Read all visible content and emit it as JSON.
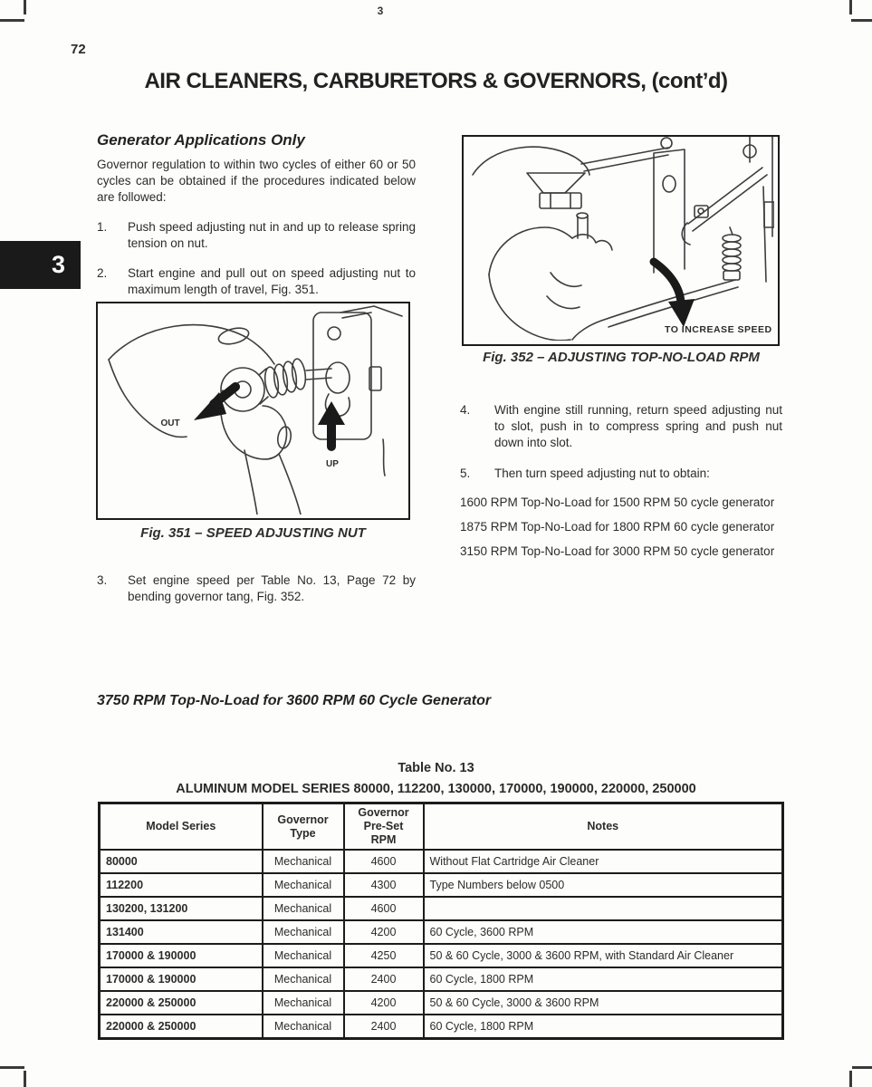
{
  "page": {
    "top_ref": "3",
    "page_number": "72",
    "title": "AIR CLEANERS, CARBURETORS & GOVERNORS, (cont’d)",
    "side_tab": "3"
  },
  "left_column": {
    "heading": "Generator Applications Only",
    "intro": "Governor regulation to within two cycles of either 60 or 50 cycles can be obtained if the procedures indicated below are followed:",
    "steps": [
      {
        "num": "1.",
        "text": "Push speed adjusting nut in and up to release spring tension on nut."
      },
      {
        "num": "2.",
        "text": "Start engine and pull out on speed adjusting nut to maximum length of travel, Fig. 351."
      },
      {
        "num": "3.",
        "text": "Set engine speed per Table No. 13, Page 72 by bending governor tang, Fig. 352."
      }
    ],
    "fig351": {
      "caption": "Fig. 351 – SPEED ADJUSTING NUT",
      "label_out": "OUT",
      "label_up": "UP"
    }
  },
  "right_column": {
    "fig352": {
      "caption": "Fig. 352 – ADJUSTING TOP-NO-LOAD RPM",
      "label": "TO INCREASE SPEED"
    },
    "steps": [
      {
        "num": "4.",
        "text": "With engine still running, return speed adjusting nut to slot, push in to compress spring and push nut down into slot."
      },
      {
        "num": "5.",
        "text": "Then turn speed adjusting nut to obtain:"
      }
    ],
    "rpm_lines": [
      "1600 RPM Top-No-Load for 1500 RPM 50 cycle generator",
      "1875 RPM Top-No-Load for 1800 RPM 60 cycle generator",
      "3150 RPM Top-No-Load for 3000 RPM 50 cycle generator"
    ]
  },
  "highlight_line": "3750 RPM Top-No-Load for 3600 RPM 60 Cycle Generator",
  "table": {
    "title": "Table No. 13",
    "subtitle": "ALUMINUM MODEL SERIES 80000, 112200, 130000, 170000, 190000, 220000, 250000",
    "headers": [
      "Model Series",
      "Governor Type",
      "Governor Pre-Set RPM",
      "Notes"
    ],
    "rows": [
      {
        "model": "80000",
        "type": "Mechanical",
        "rpm": "4600",
        "notes": "Without Flat Cartridge Air Cleaner"
      },
      {
        "model": "112200",
        "type": "Mechanical",
        "rpm": "4300",
        "notes": "Type Numbers below 0500"
      },
      {
        "model": "130200, 131200",
        "type": "Mechanical",
        "rpm": "4600",
        "notes": ""
      },
      {
        "model": "131400",
        "type": "Mechanical",
        "rpm": "4200",
        "notes": "60 Cycle, 3600 RPM"
      },
      {
        "model": "170000 & 190000",
        "type": "Mechanical",
        "rpm": "4250",
        "notes": "50 & 60 Cycle, 3000 & 3600 RPM, with Standard Air Cleaner"
      },
      {
        "model": "170000 & 190000",
        "type": "Mechanical",
        "rpm": "2400",
        "notes": "60 Cycle, 1800 RPM"
      },
      {
        "model": "220000 & 250000",
        "type": "Mechanical",
        "rpm": "4200",
        "notes": "50 & 60 Cycle, 3000 & 3600 RPM"
      },
      {
        "model": "220000 & 250000",
        "type": "Mechanical",
        "rpm": "2400",
        "notes": "60 Cycle, 1800 RPM"
      }
    ]
  },
  "colors": {
    "ink": "#1c1c1c",
    "paper": "#fdfdfc",
    "tab_bg": "#1a1a1a"
  }
}
